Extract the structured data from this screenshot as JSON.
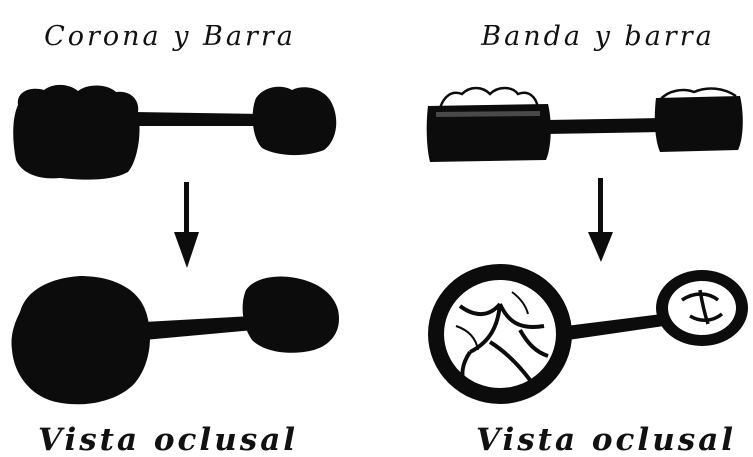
{
  "panels": {
    "left": {
      "title": "Corona y Barra",
      "caption": "Vista oclusal"
    },
    "right": {
      "title": "Banda y barra",
      "caption": "Vista oclusal"
    }
  },
  "colors": {
    "ink": "#0c0c0c",
    "background": "#ffffff"
  }
}
